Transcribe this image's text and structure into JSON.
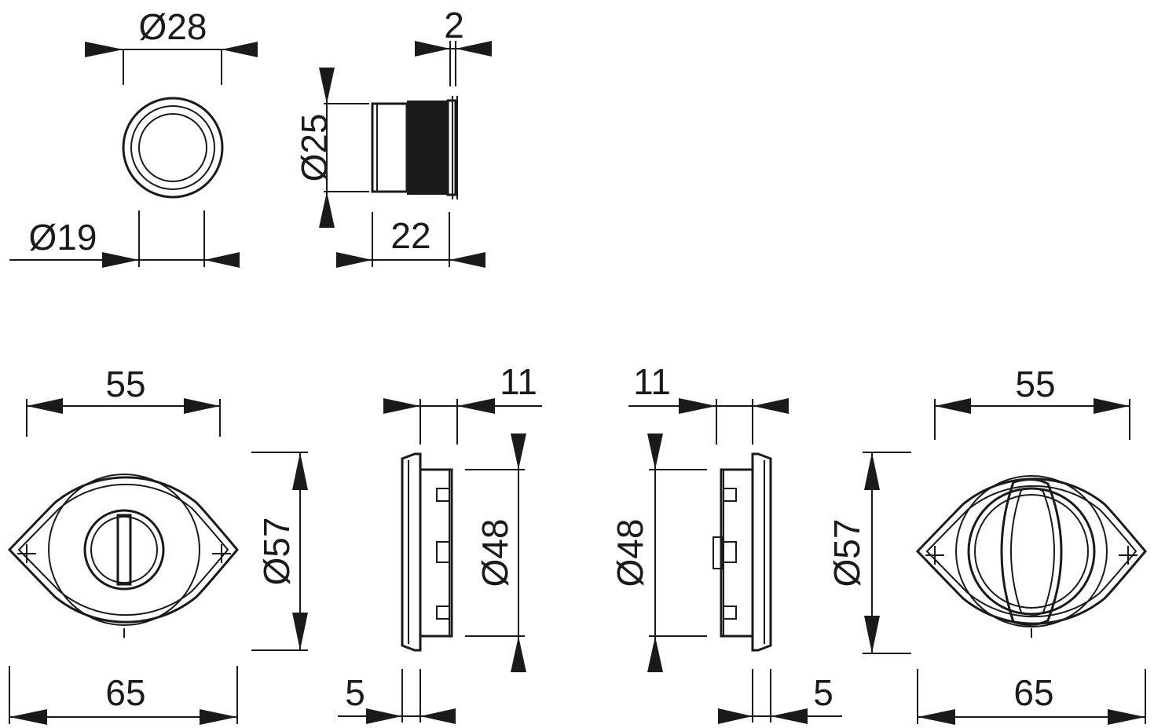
{
  "dimensions": {
    "knob_outer_diameter": "Ø28",
    "knob_inner_diameter": "Ø19",
    "cylinder_diameter": "Ø25",
    "cylinder_length": "22",
    "flange_thickness": "2",
    "rose_hole_spacing_left": "55",
    "rose_width_left": "65",
    "rose_diameter_left": "Ø57",
    "rose_inner_diameter_left": "Ø48",
    "rose_depth_left": "11",
    "rose_plate_left": "5",
    "rose_inner_diameter_right": "Ø48",
    "rose_depth_right": "11",
    "rose_plate_right": "5",
    "rose_diameter_right": "Ø57",
    "rose_hole_spacing_right": "55",
    "rose_width_right": "65"
  },
  "colors": {
    "line": "#1a1a1a",
    "background": "#ffffff"
  }
}
